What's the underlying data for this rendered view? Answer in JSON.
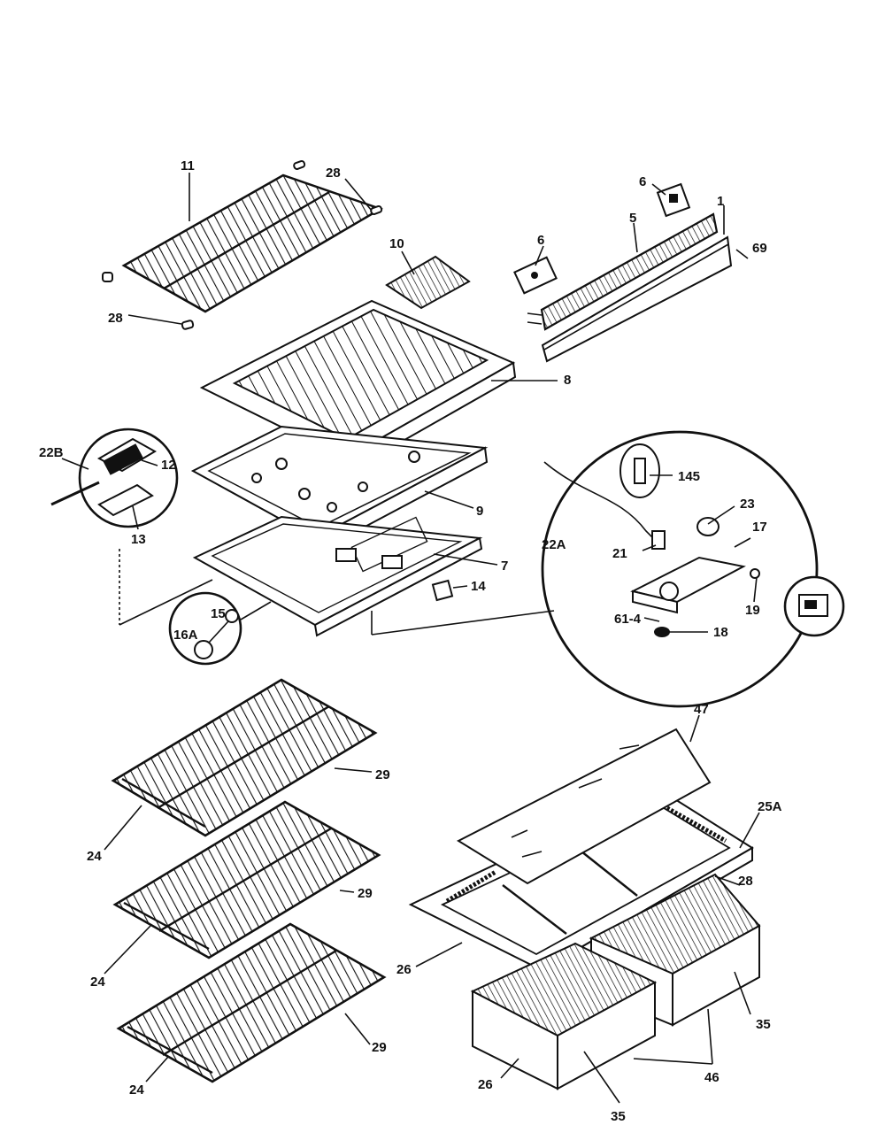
{
  "labels": {
    "l11": "11",
    "l28a": "28",
    "l28b": "28",
    "l10": "10",
    "l6a": "6",
    "l6b": "6",
    "l5": "5",
    "l1": "1",
    "l69": "69",
    "l8": "8",
    "l22B": "22B",
    "l12": "12",
    "l13": "13",
    "l9": "9",
    "l7": "7",
    "l14": "14",
    "l15": "15",
    "l16A": "16A",
    "l145": "145",
    "l23": "23",
    "l17": "17",
    "l22A": "22A",
    "l21": "21",
    "l61_4": "61-4",
    "l19": "19",
    "l18": "18",
    "l47": "47",
    "l25A": "25A",
    "l28c": "28",
    "l29a": "29",
    "l24a": "24",
    "l29b": "29",
    "l24b": "24",
    "l29c": "29",
    "l24c": "24",
    "l26a": "26",
    "l26b": "26",
    "l35a": "35",
    "l35b": "35",
    "l46": "46"
  }
}
